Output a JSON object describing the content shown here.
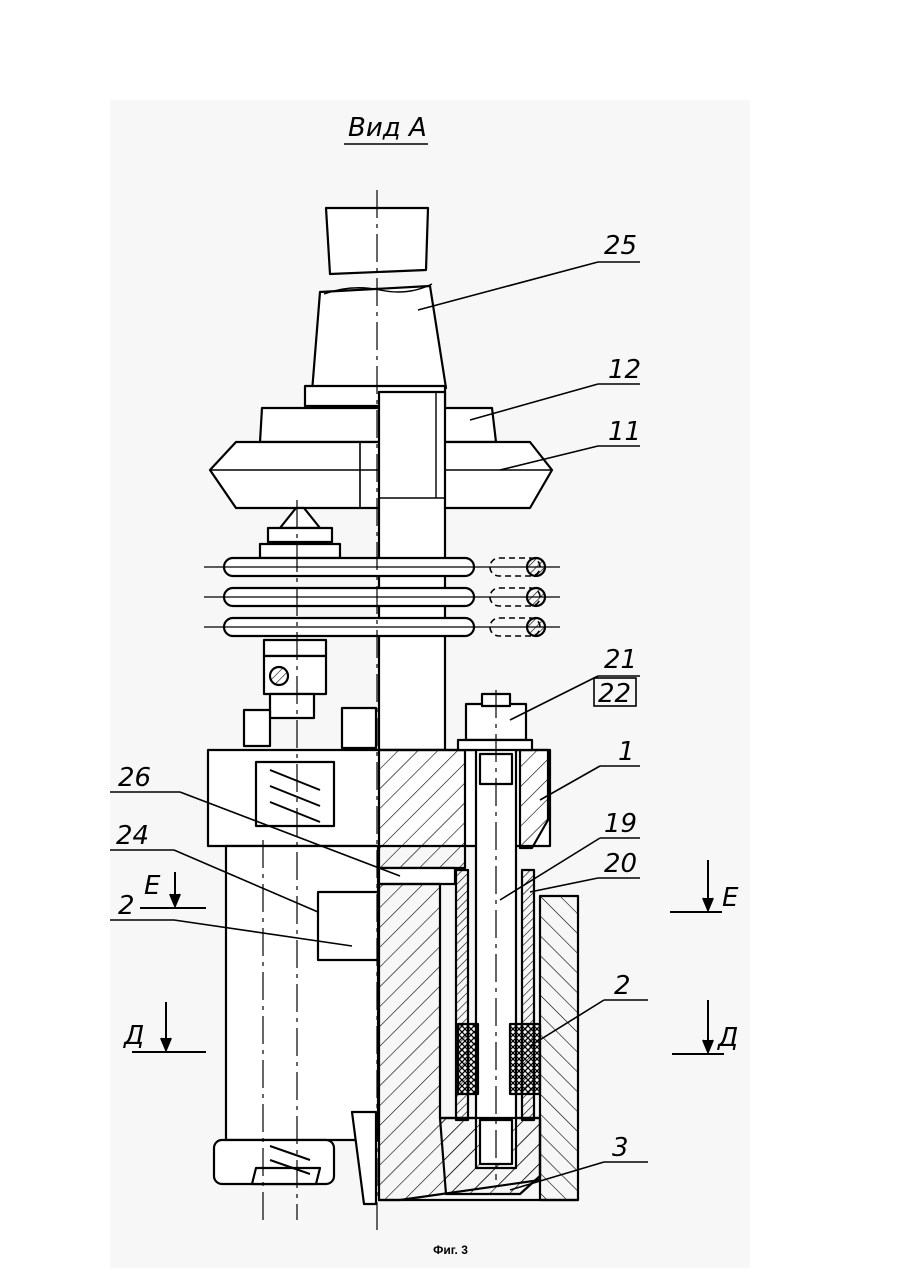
{
  "view_title": "Вид А",
  "caption": "Фиг. 3",
  "labels": {
    "l25": "25",
    "l12": "12",
    "l11": "11",
    "l21": "21",
    "l22": "22",
    "l1": "1",
    "l26": "26",
    "l19": "19",
    "l24": "24",
    "l20": "20",
    "l2a": "2",
    "l2b": "2",
    "l3": "3"
  },
  "section_marks": {
    "e_left": "Е",
    "e_right": "Е",
    "d_left": "Д",
    "d_right": "Д"
  },
  "colors": {
    "ink": "#000000",
    "paper": "#ffffff",
    "scan_bg": "#f7f7f7"
  }
}
